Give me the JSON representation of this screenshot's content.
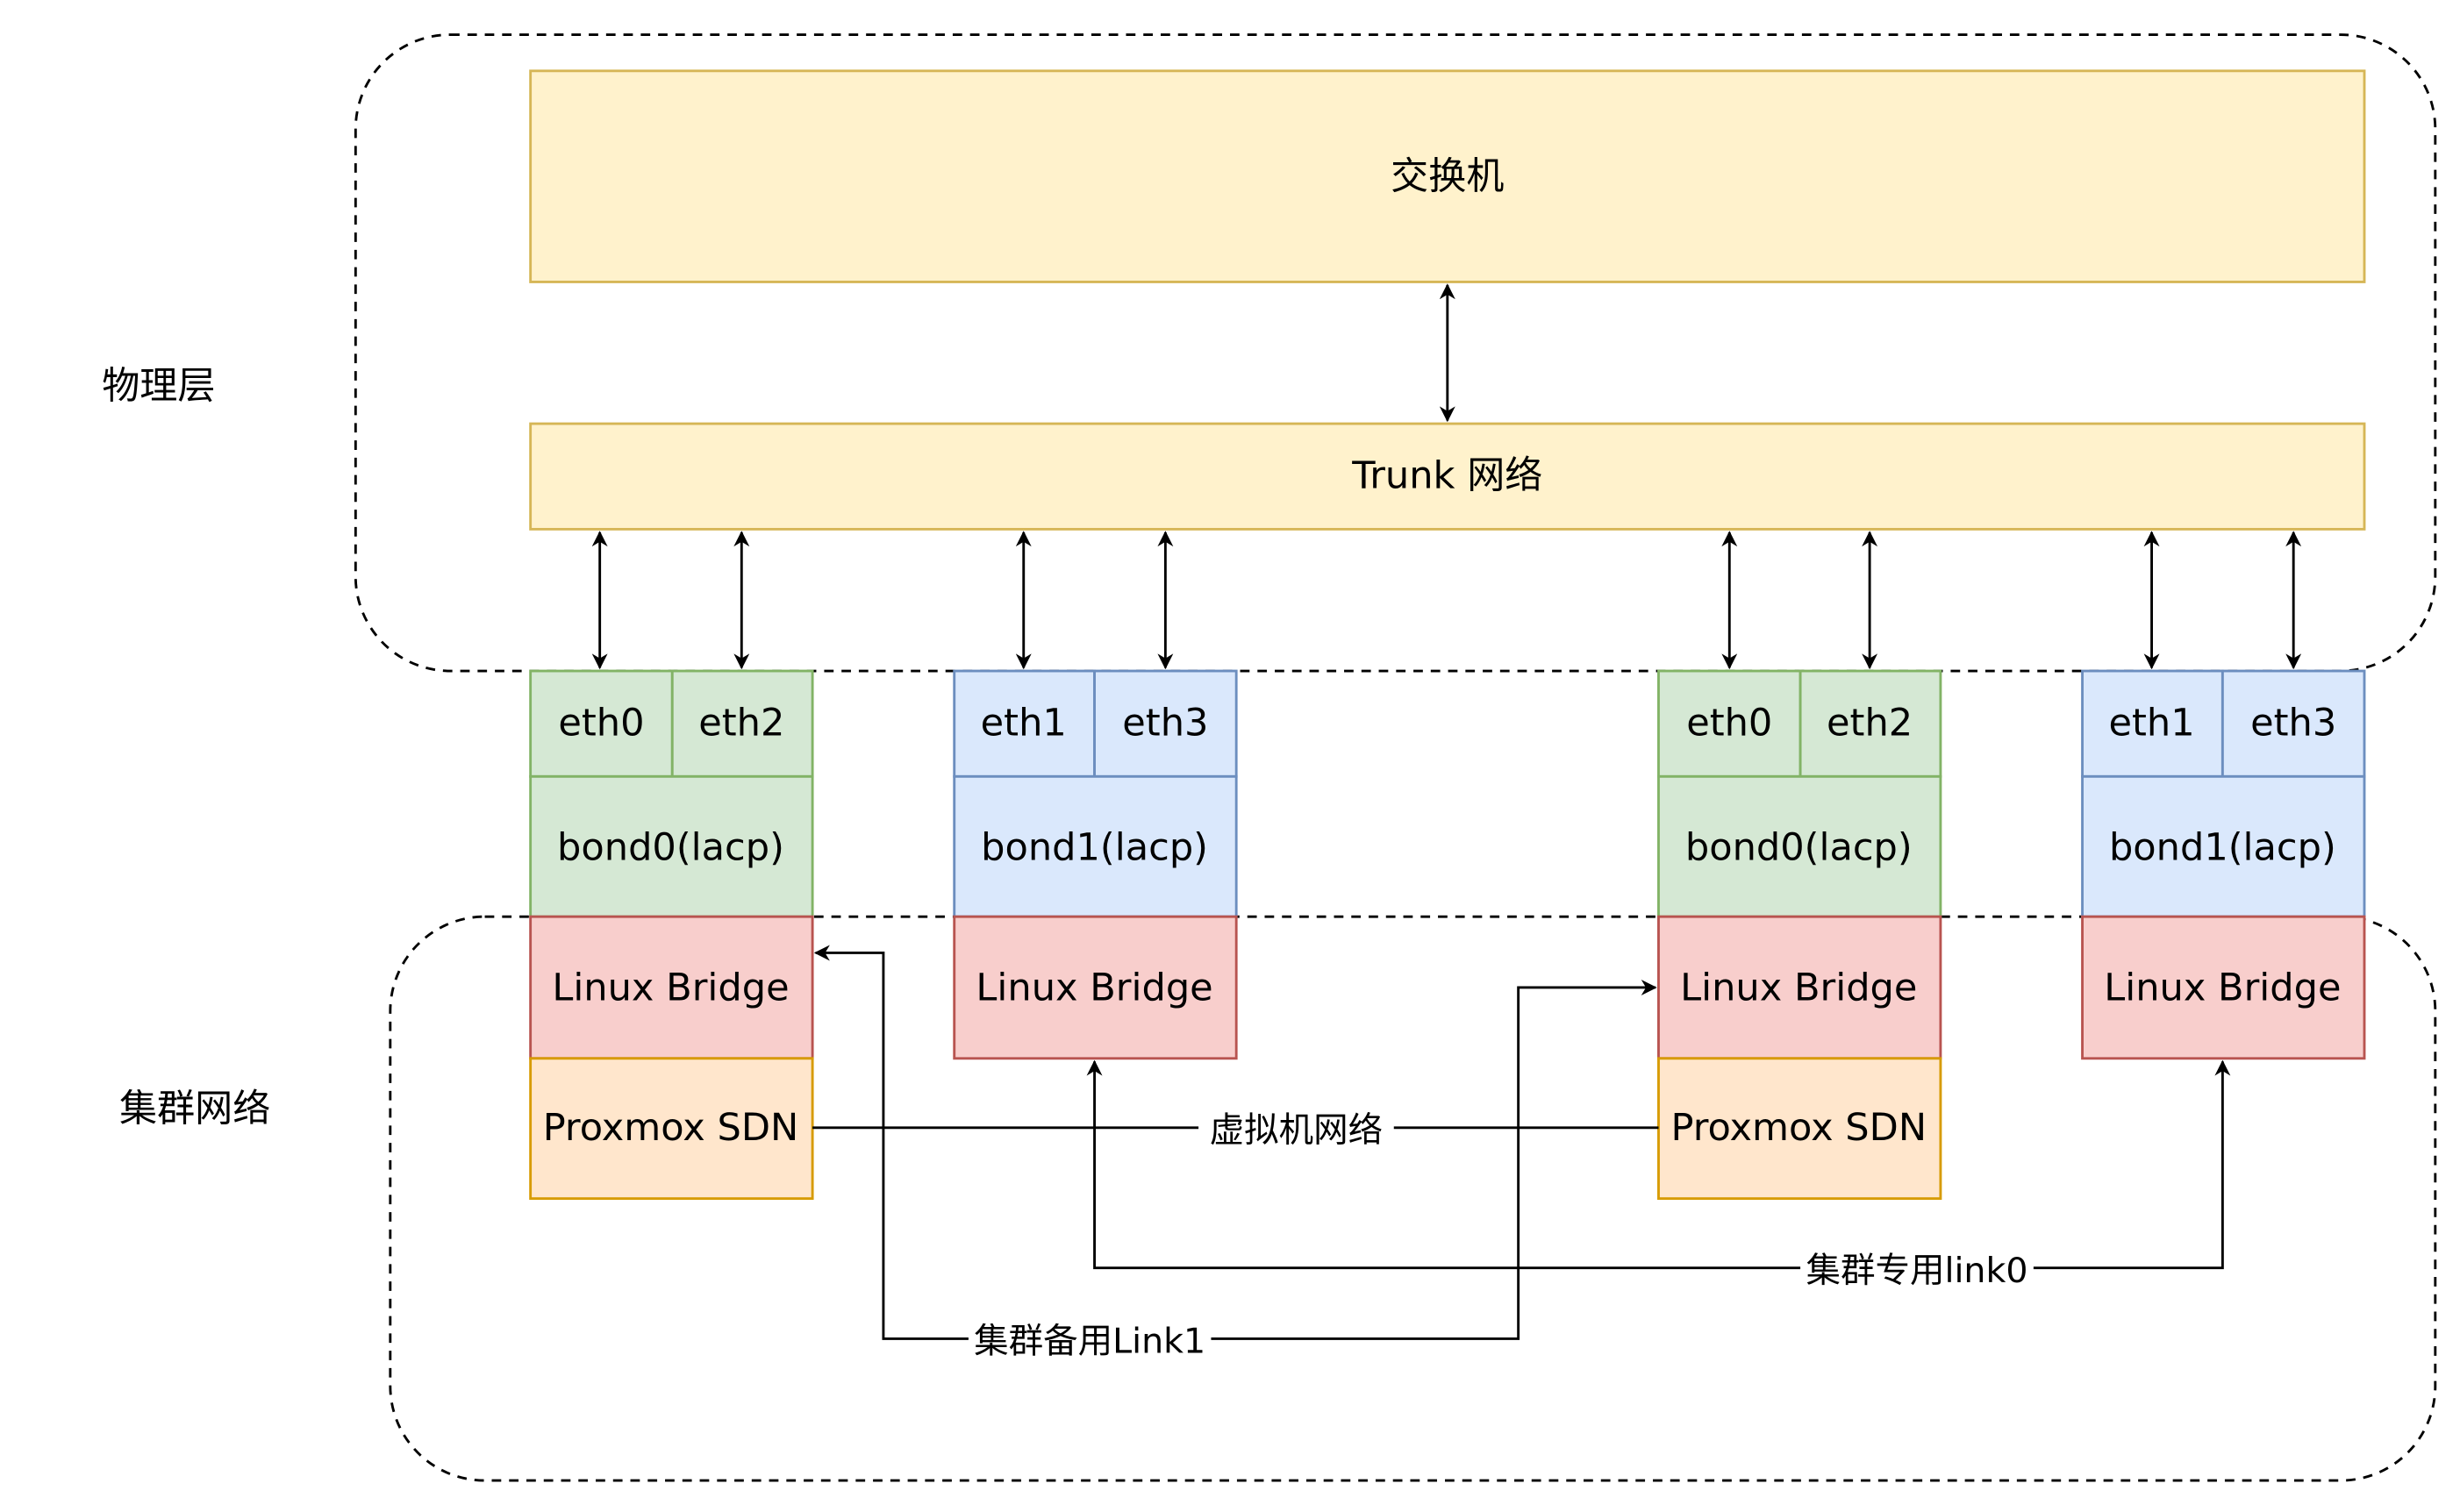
{
  "layers": {
    "physical_label": "物理层",
    "cluster_label": "集群网络"
  },
  "switch": {
    "label": "交换机"
  },
  "trunk": {
    "label": "Trunk 网络"
  },
  "groups": [
    {
      "nic_a": "eth0",
      "nic_b": "eth2",
      "bond": "bond0(lacp)",
      "bridge": "Linux Bridge",
      "sdn": "Proxmox SDN",
      "color": "green"
    },
    {
      "nic_a": "eth1",
      "nic_b": "eth3",
      "bond": "bond1(lacp)",
      "bridge": "Linux Bridge",
      "sdn": "",
      "color": "blue"
    },
    {
      "nic_a": "eth0",
      "nic_b": "eth2",
      "bond": "bond0(lacp)",
      "bridge": "Linux Bridge",
      "sdn": "Proxmox SDN",
      "color": "green"
    },
    {
      "nic_a": "eth1",
      "nic_b": "eth3",
      "bond": "bond1(lacp)",
      "bridge": "Linux Bridge",
      "sdn": "",
      "color": "blue"
    }
  ],
  "connections": {
    "vm_network": "虚拟机网络",
    "cluster_link0": "集群专用link0",
    "cluster_link1": "集群备用Link1"
  },
  "colors": {
    "switch_fill": "#fff2cc",
    "switch_stroke": "#d6b656",
    "green_fill": "#d5e8d4",
    "green_stroke": "#82b366",
    "blue_fill": "#dae8fc",
    "blue_stroke": "#6c8ebf",
    "bridge_fill": "#f8cecc",
    "bridge_stroke": "#b85450",
    "sdn_fill": "#ffe6cc",
    "sdn_stroke": "#d79b00"
  }
}
